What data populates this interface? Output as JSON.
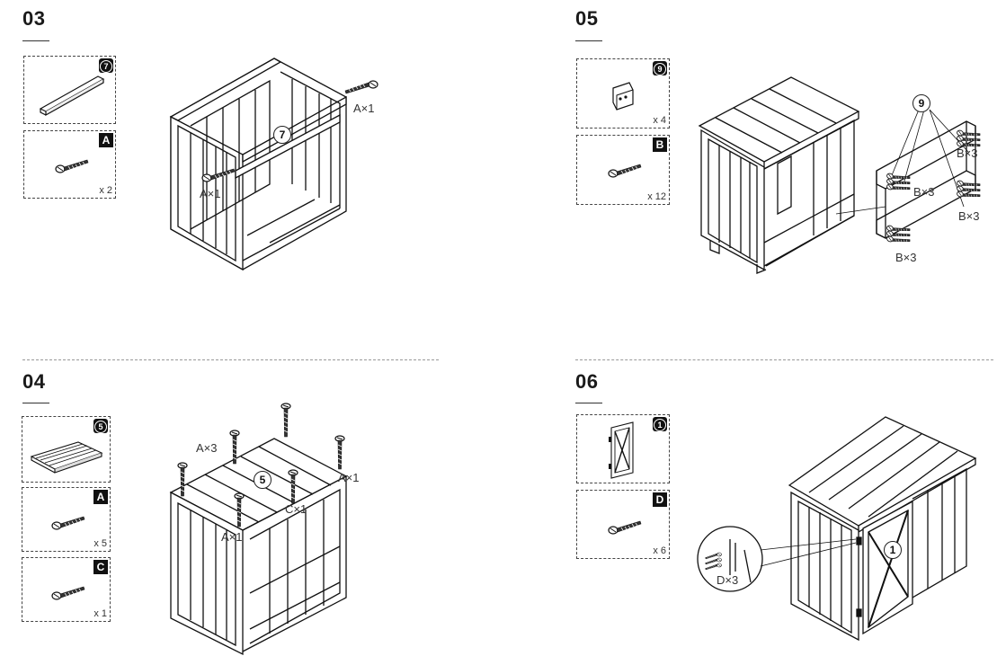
{
  "steps": [
    {
      "number": "03",
      "parts": [
        {
          "id": "7",
          "style": "circled",
          "qty": "",
          "icon": "rail-bar-icon"
        },
        {
          "id": "A",
          "style": "square",
          "qty": "x 2",
          "icon": "screw-icon"
        }
      ],
      "labels": [
        "A×1",
        "A×1"
      ],
      "callouts": [
        "7"
      ]
    },
    {
      "number": "04",
      "parts": [
        {
          "id": "5",
          "style": "circled",
          "qty": "",
          "icon": "top-panel-icon"
        },
        {
          "id": "A",
          "style": "square",
          "qty": "x 5",
          "icon": "screw-icon"
        },
        {
          "id": "C",
          "style": "square",
          "qty": "x 1",
          "icon": "screw-icon"
        }
      ],
      "labels": [
        "A×3",
        "A×1",
        "C×1",
        "A×1"
      ],
      "callouts": [
        "5"
      ]
    },
    {
      "number": "05",
      "parts": [
        {
          "id": "9",
          "style": "circled",
          "qty": "x 4",
          "icon": "corner-bracket-icon"
        },
        {
          "id": "B",
          "style": "square",
          "qty": "x 12",
          "icon": "screw-icon"
        }
      ],
      "labels": [
        "B×3",
        "B×3",
        "B×3",
        "B×3"
      ],
      "callouts": [
        "9"
      ]
    },
    {
      "number": "06",
      "parts": [
        {
          "id": "1",
          "style": "circled",
          "qty": "",
          "icon": "door-panel-icon"
        },
        {
          "id": "D",
          "style": "square",
          "qty": "x 6",
          "icon": "screw-icon"
        }
      ],
      "labels": [
        "D×3"
      ],
      "callouts": [
        "1"
      ]
    }
  ]
}
